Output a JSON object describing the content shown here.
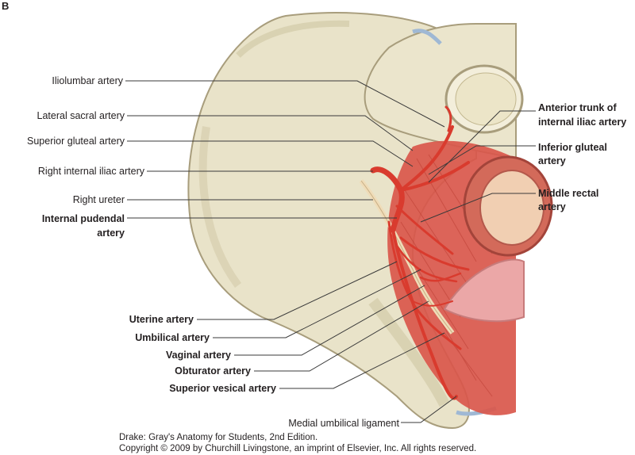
{
  "figure_letter": "B",
  "colors": {
    "bone": "#e9e3c9",
    "bone_shadow": "#cfc6a3",
    "muscle": "#d9574b",
    "artery": "#d93b2e",
    "ureter": "#efdcb8",
    "bladder": "#eba7a7",
    "rectum": "#f1cfb2",
    "leader": "#3a3a3a"
  },
  "labels_left": [
    {
      "text": "Iliolumbar artery",
      "bold": false
    },
    {
      "text": "Lateral sacral artery",
      "bold": false
    },
    {
      "text": "Superior gluteal artery",
      "bold": false
    },
    {
      "text": "Right internal iliac artery",
      "bold": false
    },
    {
      "text": "Right ureter",
      "bold": false
    },
    {
      "text": "Internal pudendal",
      "bold": true
    },
    {
      "text": "artery",
      "bold": true
    }
  ],
  "labels_right": [
    {
      "line1": "Anterior trunk of",
      "line2": "internal iliac artery"
    },
    {
      "line1": "Inferior gluteal",
      "line2": "artery"
    },
    {
      "line1": "Middle rectal",
      "line2": "artery"
    }
  ],
  "labels_bottom": [
    {
      "text": "Uterine artery",
      "bold": true
    },
    {
      "text": "Umbilical artery",
      "bold": true
    },
    {
      "text": "Vaginal artery",
      "bold": true
    },
    {
      "text": "Obturator artery",
      "bold": true
    },
    {
      "text": "Superior vesical artery",
      "bold": true
    },
    {
      "text": "Medial umbilical ligament",
      "bold": false
    }
  ],
  "credit": {
    "line1": "Drake: Gray's Anatomy for Students, 2nd Edition.",
    "line2": "Copyright © 2009 by Churchill Livingstone, an imprint of Elsevier, Inc. All rights reserved."
  }
}
